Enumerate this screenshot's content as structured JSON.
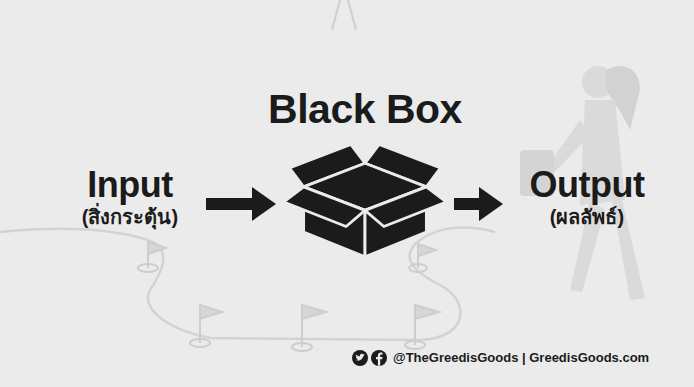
{
  "diagram": {
    "nodes": [
      {
        "text": [
          "Input",
          "(สิ่งกระตุ้น)"
        ]
      },
      {
        "text": [
          "Black Box"
        ]
      },
      {
        "text": [
          "Output",
          "(ผลลัพธ์)"
        ]
      }
    ],
    "edges": [
      {
        "from": 0,
        "to": 1,
        "arrow": "to"
      },
      {
        "from": 1,
        "to": 2,
        "arrow": "to"
      }
    ],
    "labels": [
      "@TheGreedisGoods | GreedisGoods.com"
    ]
  }
}
